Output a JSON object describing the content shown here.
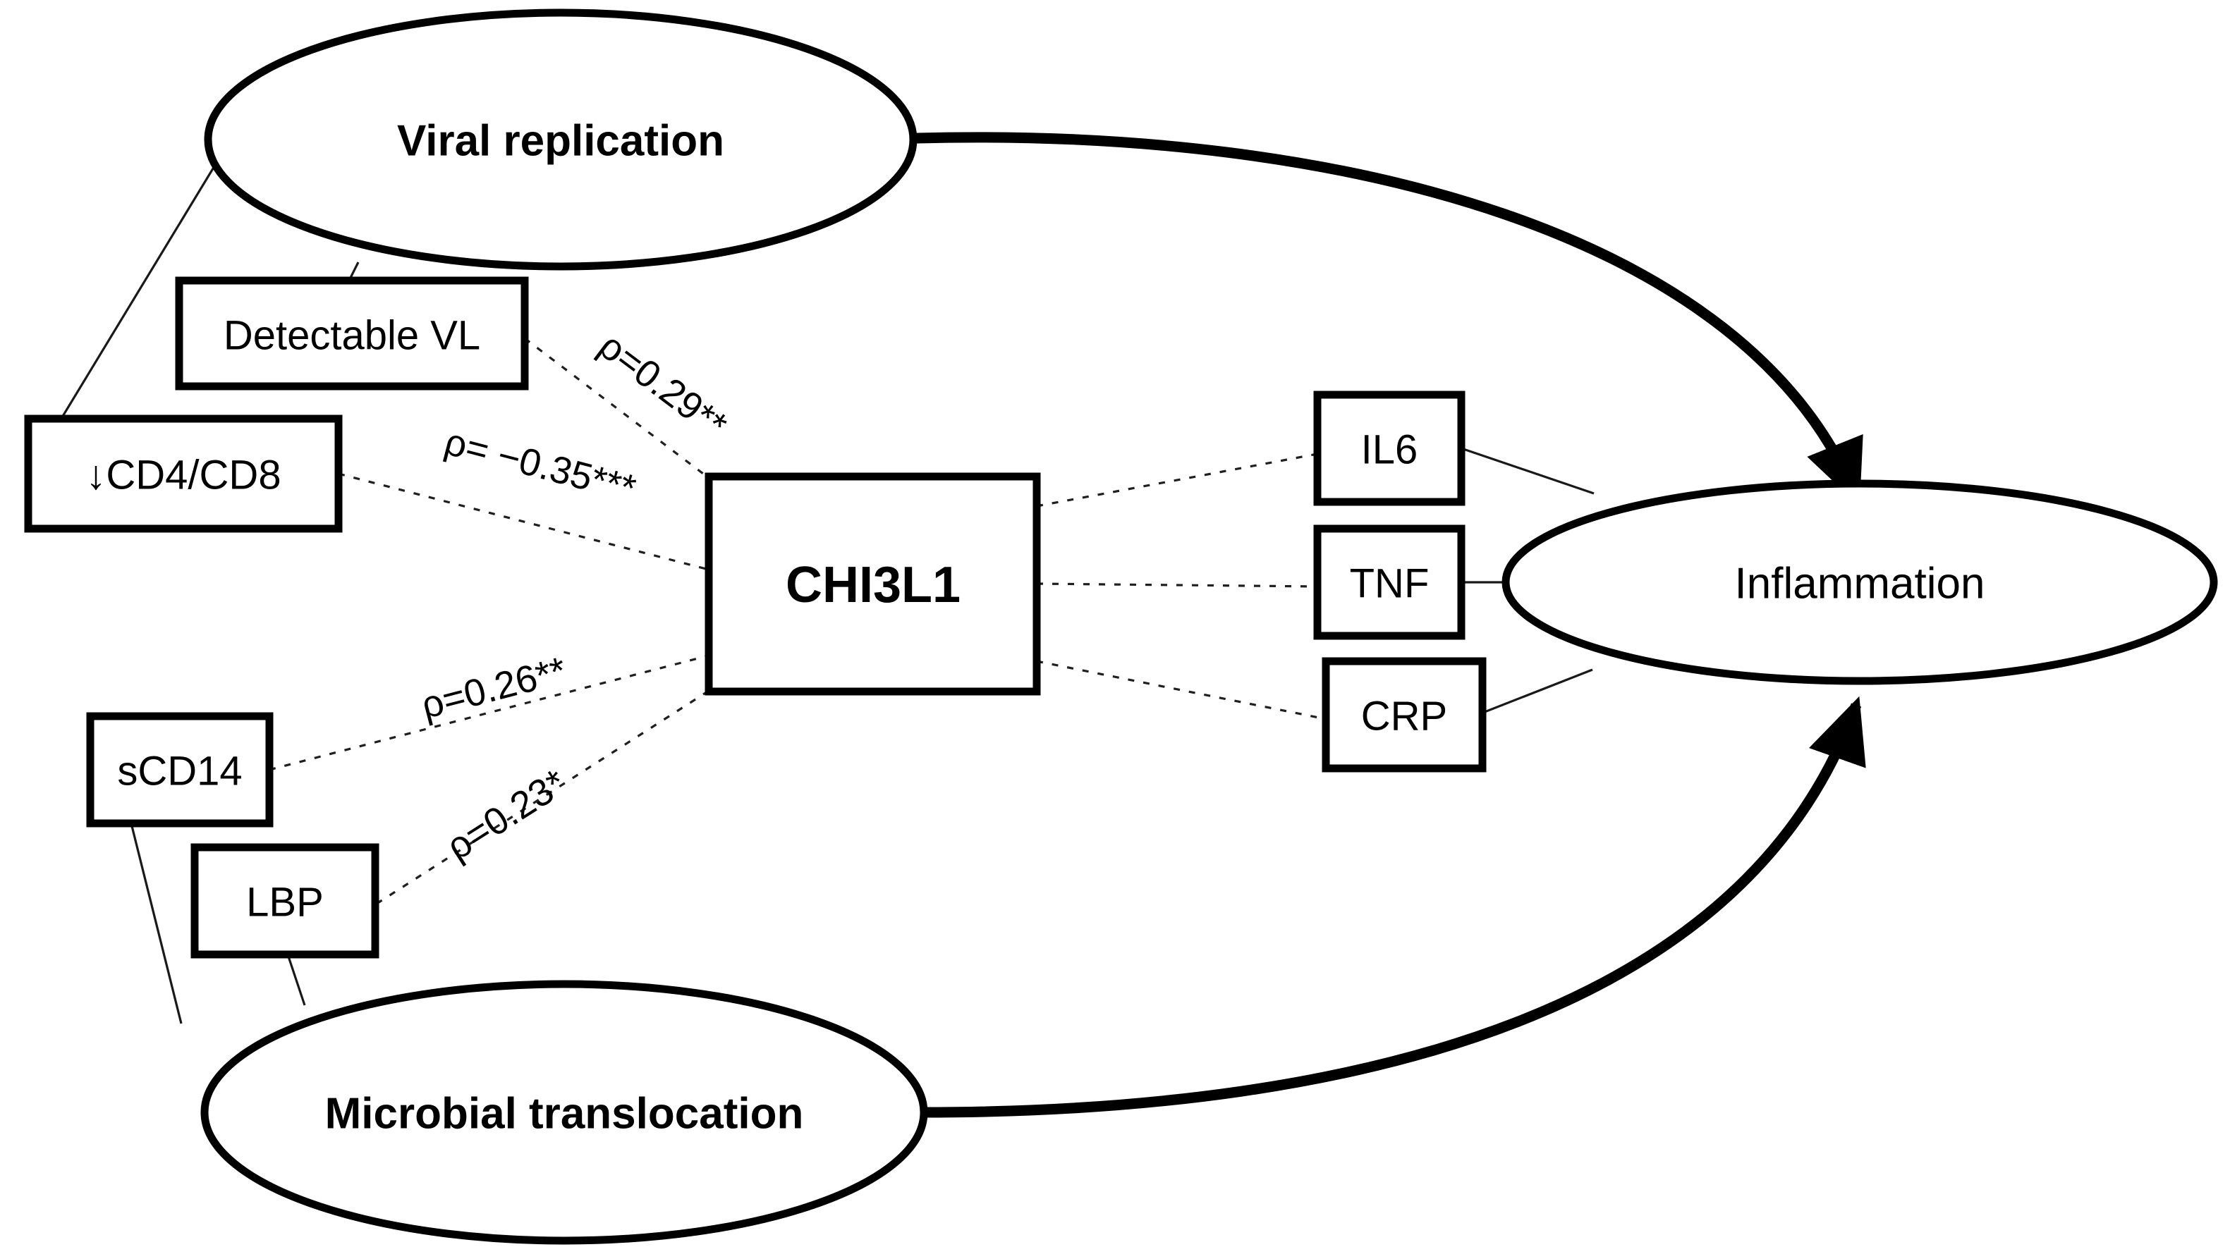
{
  "diagram": {
    "title": "CHI3L1 pathway diagram",
    "background_color": "#ffffff",
    "stroke_color": "#000000"
  },
  "concepts": {
    "viral_replication": "Viral replication",
    "inflammation": "Inflammation",
    "microbial_translocation": "Microbial translocation"
  },
  "markers": {
    "detectable_vl": "Detectable VL",
    "cd4_cd8": "↓CD4/CD8",
    "scd14": "sCD14",
    "lbp": "LBP",
    "chi3l1": "CHI3L1"
  },
  "cytokines": {
    "il6": "IL6",
    "tnf": "TNF",
    "crp": "CRP"
  },
  "correlations": {
    "detectable_vl_chi3l1": "ρ=0.29**",
    "cd4_cd8_chi3l1": "ρ= −0.35***",
    "scd14_chi3l1": "ρ=0.26**",
    "lbp_chi3l1": "ρ=0.23*"
  },
  "chart_data": {
    "type": "diagram",
    "title": "CHI3L1 associations with viral replication, microbial translocation and inflammation",
    "nodes": [
      {
        "id": "viral_replication",
        "label": "Viral replication",
        "shape": "ellipse",
        "style": "bold"
      },
      {
        "id": "inflammation",
        "label": "Inflammation",
        "shape": "ellipse",
        "style": "regular"
      },
      {
        "id": "microbial_translocation",
        "label": "Microbial translocation",
        "shape": "ellipse",
        "style": "bold"
      },
      {
        "id": "detectable_vl",
        "label": "Detectable VL",
        "shape": "rect"
      },
      {
        "id": "cd4_cd8",
        "label": "↓CD4/CD8",
        "shape": "rect"
      },
      {
        "id": "scd14",
        "label": "sCD14",
        "shape": "rect"
      },
      {
        "id": "lbp",
        "label": "LBP",
        "shape": "rect"
      },
      {
        "id": "chi3l1",
        "label": "CHI3L1",
        "shape": "rect",
        "style": "bold"
      },
      {
        "id": "il6",
        "label": "IL6",
        "shape": "rect"
      },
      {
        "id": "tnf",
        "label": "TNF",
        "shape": "rect"
      },
      {
        "id": "crp",
        "label": "CRP",
        "shape": "rect"
      }
    ],
    "edges": [
      {
        "from": "viral_replication",
        "to": "detectable_vl",
        "style": "thin"
      },
      {
        "from": "viral_replication",
        "to": "cd4_cd8",
        "style": "thin"
      },
      {
        "from": "viral_replication",
        "to": "inflammation",
        "style": "thick-arrow"
      },
      {
        "from": "detectable_vl",
        "to": "chi3l1",
        "style": "dotted",
        "label": "ρ=0.29**",
        "rho": 0.29,
        "significance": "**"
      },
      {
        "from": "cd4_cd8",
        "to": "chi3l1",
        "style": "dotted",
        "label": "ρ= −0.35***",
        "rho": -0.35,
        "significance": "***"
      },
      {
        "from": "scd14",
        "to": "chi3l1",
        "style": "dotted",
        "label": "ρ=0.26**",
        "rho": 0.26,
        "significance": "**"
      },
      {
        "from": "lbp",
        "to": "chi3l1",
        "style": "dotted",
        "label": "ρ=0.23*",
        "rho": 0.23,
        "significance": "*"
      },
      {
        "from": "chi3l1",
        "to": "il6",
        "style": "dotted"
      },
      {
        "from": "chi3l1",
        "to": "tnf",
        "style": "dotted"
      },
      {
        "from": "chi3l1",
        "to": "crp",
        "style": "dotted"
      },
      {
        "from": "il6",
        "to": "inflammation",
        "style": "thin"
      },
      {
        "from": "tnf",
        "to": "inflammation",
        "style": "thin"
      },
      {
        "from": "crp",
        "to": "inflammation",
        "style": "thin"
      },
      {
        "from": "microbial_translocation",
        "to": "scd14",
        "style": "thin"
      },
      {
        "from": "microbial_translocation",
        "to": "lbp",
        "style": "thin"
      },
      {
        "from": "microbial_translocation",
        "to": "inflammation",
        "style": "thick-arrow"
      }
    ]
  }
}
